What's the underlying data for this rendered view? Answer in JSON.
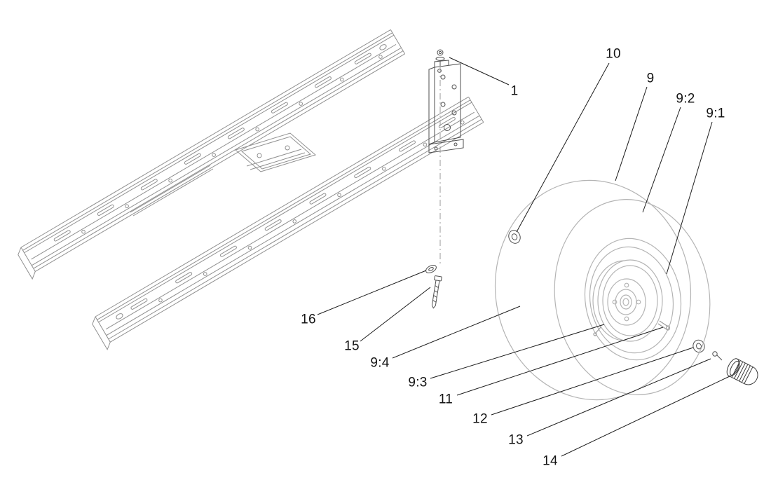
{
  "diagram": {
    "callouts": [
      {
        "label": "1"
      },
      {
        "label": "10"
      },
      {
        "label": "9"
      },
      {
        "label": "9:2"
      },
      {
        "label": "9:1"
      },
      {
        "label": "16"
      },
      {
        "label": "15"
      },
      {
        "label": "9:4"
      },
      {
        "label": "9:3"
      },
      {
        "label": "11"
      },
      {
        "label": "12"
      },
      {
        "label": "13"
      },
      {
        "label": "14"
      }
    ],
    "colors": {
      "background": "#ffffff",
      "frame_lines": "#8f8f8f",
      "bracket_lines": "#4f4f4f",
      "hardware_lines": "#4f4f4f",
      "tire_lines": "#b4b4b4",
      "leader_lines": "#1c1c1c",
      "callout_text": "#141414"
    }
  }
}
